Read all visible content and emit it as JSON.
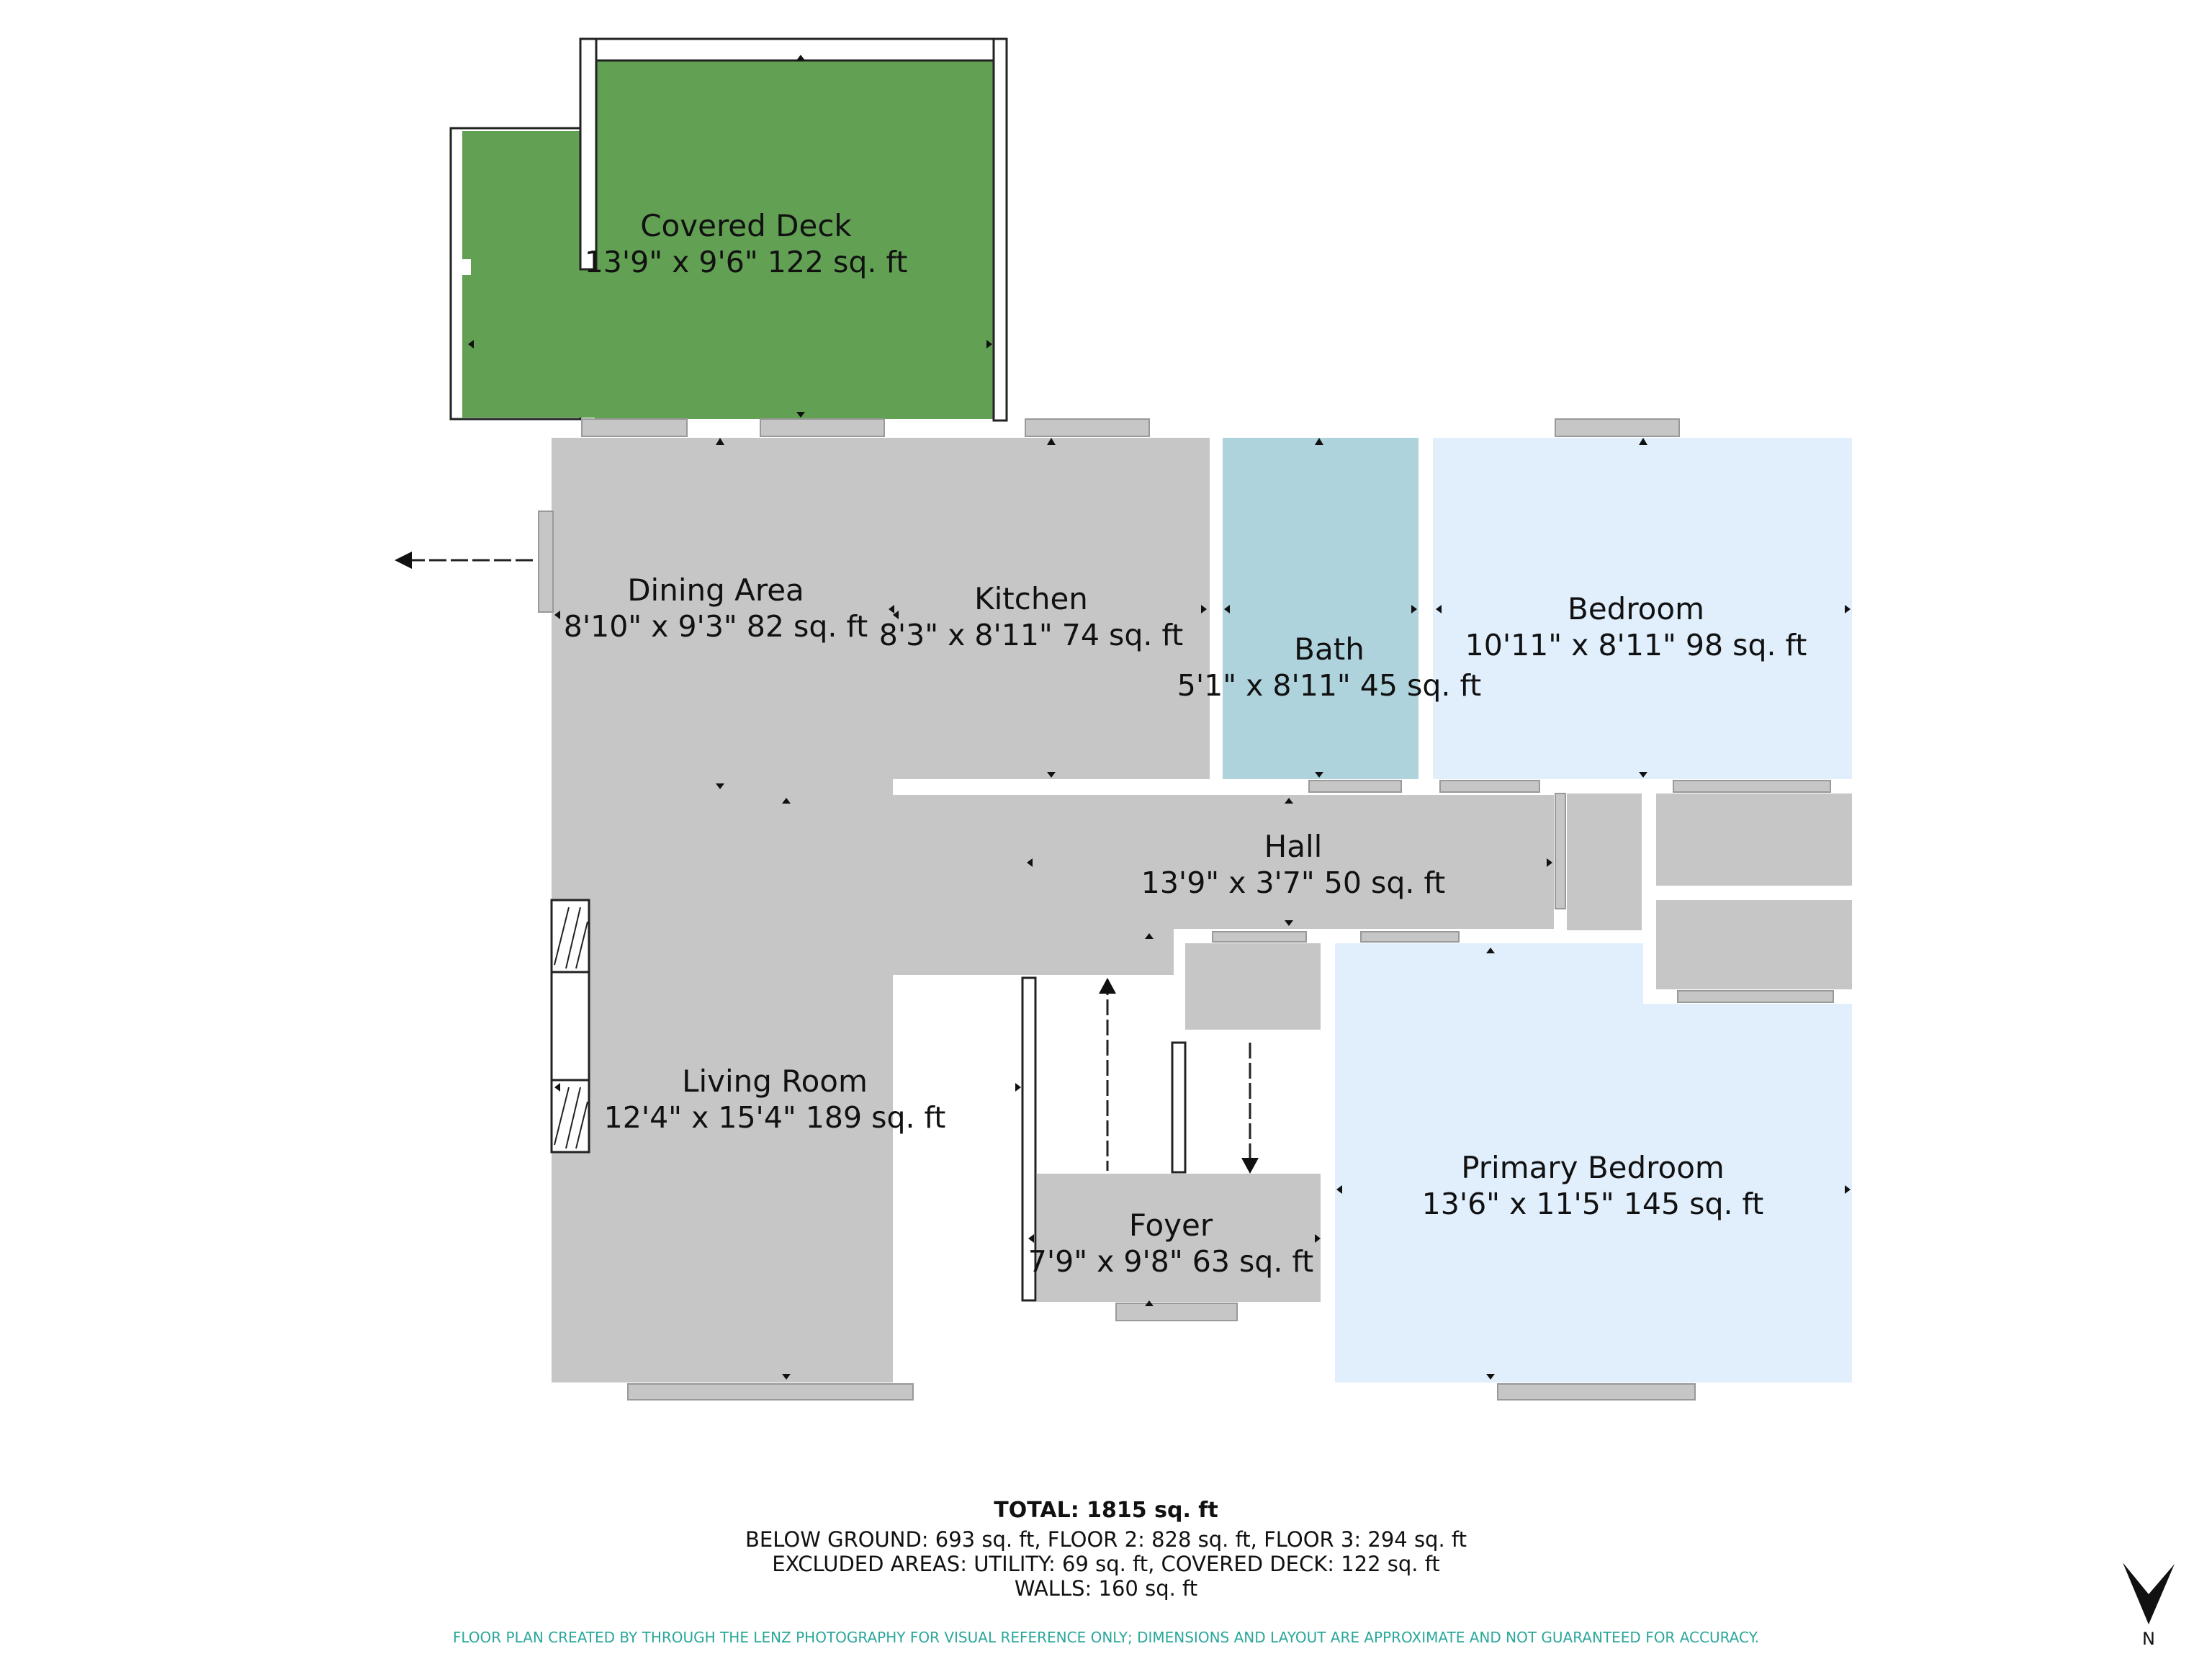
{
  "rooms": {
    "covered_deck": {
      "name": "Covered Deck",
      "dims": "13'9\" x 9'6\" 122 sq. ft"
    },
    "dining_area": {
      "name": "Dining Area",
      "dims": "8'10\" x 9'3\" 82 sq. ft"
    },
    "kitchen": {
      "name": "Kitchen",
      "dims": "8'3\" x 8'11\" 74 sq. ft"
    },
    "bath": {
      "name": "Bath",
      "dims": "5'1\" x 8'11\" 45 sq. ft"
    },
    "bedroom": {
      "name": "Bedroom",
      "dims": "10'11\" x 8'11\" 98 sq. ft"
    },
    "hall": {
      "name": "Hall",
      "dims": "13'9\" x 3'7\" 50 sq. ft"
    },
    "living_room": {
      "name": "Living Room",
      "dims": "12'4\" x 15'4\" 189 sq. ft"
    },
    "foyer": {
      "name": "Foyer",
      "dims": "7'9\" x 9'8\" 63 sq. ft"
    },
    "primary_bedroom": {
      "name": "Primary Bedroom",
      "dims": "13'6\" x 11'5\" 145 sq. ft"
    }
  },
  "summary": {
    "total": "TOTAL: 1815 sq. ft",
    "below_ground": "BELOW GROUND: 693 sq. ft, FLOOR 2: 828 sq. ft, FLOOR 3: 294 sq. ft",
    "excluded": "EXCLUDED AREAS: UTILITY: 69 sq. ft, COVERED DECK: 122 sq. ft",
    "walls": "WALLS: 160 sq. ft"
  },
  "disclaimer": "FLOOR PLAN CREATED BY THROUGH THE LENZ PHOTOGRAPHY FOR VISUAL REFERENCE ONLY; DIMENSIONS AND LAYOUT ARE APPROXIMATE AND NOT GUARANTEED FOR ACCURACY.",
  "compass": {
    "label": "N"
  },
  "colors": {
    "deck": "#62a053",
    "main": "#c6c6c6",
    "bath": "#afd3dc",
    "bedroom": "#e1effd",
    "disclaimer": "#2aa79b"
  }
}
